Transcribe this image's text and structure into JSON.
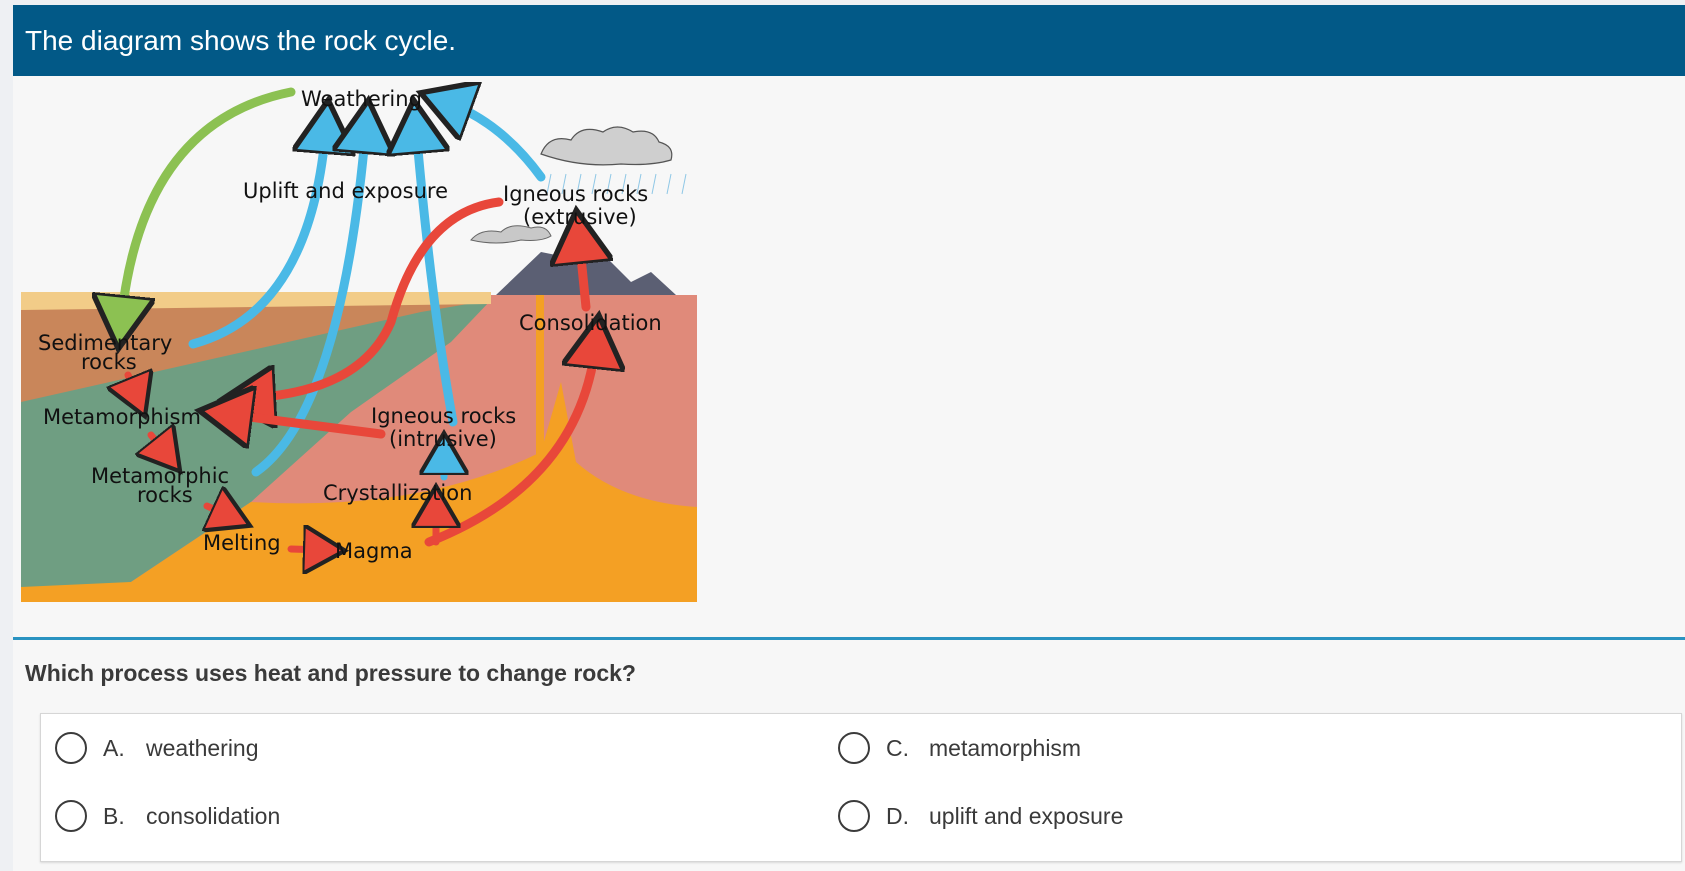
{
  "header": {
    "title": "The diagram shows the rock cycle."
  },
  "diagram": {
    "labels": {
      "weathering": "Weathering",
      "uplift": "Uplift and exposure",
      "igneous_ext_1": "Igneous rocks",
      "igneous_ext_2": "(extrusive)",
      "consolidation": "Consolidation",
      "sedimentary_1": "Sedimentary",
      "sedimentary_2": "rocks",
      "metamorphism": "Metamorphism",
      "igneous_int_1": "Igneous rocks",
      "igneous_int_2": "(intrusive)",
      "metamorphic_1": "Metamorphic",
      "metamorphic_2": "rocks",
      "crystallization": "Crystallization",
      "melting": "Melting",
      "magma": "Magma"
    }
  },
  "question": {
    "text": "Which process uses heat and pressure to change rock?"
  },
  "choices": [
    {
      "letter": "A.",
      "text": "weathering"
    },
    {
      "letter": "B.",
      "text": "consolidation"
    },
    {
      "letter": "C.",
      "text": "metamorphism"
    },
    {
      "letter": "D.",
      "text": "uplift and exposure"
    }
  ],
  "colors": {
    "header_bg": "#025987",
    "divider": "#2a93c1",
    "arrow_blue": "#4ab9e6",
    "arrow_red": "#e8473a",
    "arrow_green": "#8cc152"
  }
}
